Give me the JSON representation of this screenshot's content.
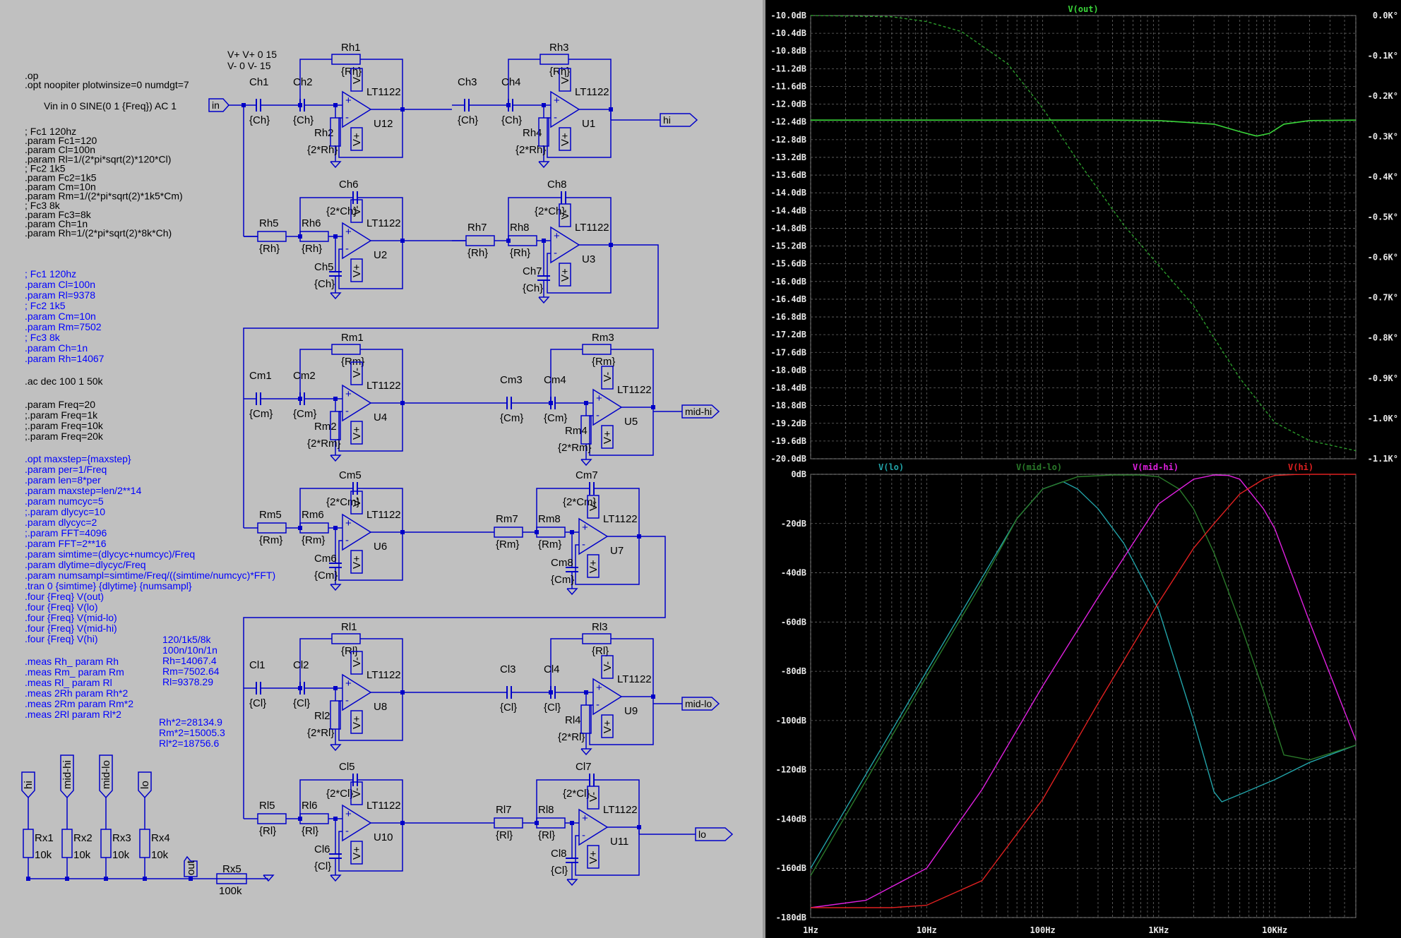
{
  "schematic": {
    "directives": [
      ".op",
      ".opt noopiter plotwinsize=0 numdgt=7"
    ],
    "supply": [
      "V+ V+ 0 15",
      "V- 0 V- 15"
    ],
    "vin": "Vin in 0 SINE(0 1 {Freq}) AC 1",
    "params_black": [
      "; Fc1 120hz",
      ".param Fc1=120",
      ".param Cl=100n",
      ".param Rl=1/(2*pi*sqrt(2)*120*Cl)",
      "; Fc2 1k5",
      ".param Fc2=1k5",
      ".param Cm=10n",
      ".param Rm=1/(2*pi*sqrt(2)*1k5*Cm)",
      "; Fc3 8k",
      ".param Fc3=8k",
      ".param Ch=1n",
      ".param Rh=1/(2*pi*sqrt(2)*8k*Ch)"
    ],
    "params_blue": [
      "; Fc1 120hz",
      ".param Cl=100n",
      ".param Rl=9378",
      "; Fc2 1k5",
      ".param Cm=10n",
      ".param Rm=7502",
      "; Fc3 8k",
      ".param Ch=1n",
      ".param Rh=14067"
    ],
    "ac_directive": ".ac dec 100 1 50k",
    "freq_block": [
      ".param Freq=20",
      ";.param Freq=1k",
      ";.param Freq=10k",
      ";.param Freq=20k"
    ],
    "tran_block": [
      ".opt maxstep={maxstep}",
      ".param per=1/Freq",
      ".param len=8*per",
      ".param maxstep=len/2**14",
      ".param numcyc=5",
      ";.param dlycyc=10",
      ".param dlycyc=2",
      ";.param FFT=4096",
      ".param FFT=2**16",
      ".param simtime=(dlycyc+numcyc)/Freq",
      ".param dlytime=dlycyc/Freq",
      ".param numsampl=simtime/Freq/((simtime/numcyc)*FFT)",
      ".tran 0 {simtime} {dlytime} {numsampl}",
      ".four {Freq} V(out)",
      ".four {Freq} V(lo)",
      ".four {Freq} V(mid-lo)",
      ".four {Freq} V(mid-hi)",
      ".four {Freq} V(hi)"
    ],
    "meas_block": [
      ".meas Rh_ param Rh",
      ".meas Rm_ param Rm",
      ".meas Rl_ param Rl",
      ".meas 2Rh param Rh*2",
      ".meas 2Rm param Rm*2",
      ".meas 2Rl param Rl*2"
    ],
    "meas_results": [
      "120/1k5/8k",
      "100n/10n/1n",
      "Rh=14067.4",
      "Rm=7502.64",
      "Rl=9378.29"
    ],
    "meas_results2": [
      "Rh*2=28134.9",
      "Rm*2=15005.3",
      "Rl*2=18756.6"
    ],
    "opamp_model": "LT1122",
    "ports": {
      "in": "in",
      "hi": "hi",
      "mid_hi": "mid-hi",
      "mid_lo": "mid-lo",
      "lo": "lo",
      "out": "out"
    },
    "rows": [
      {
        "caps1": [
          {
            "name": "Ch1",
            "val": "{Ch}"
          },
          {
            "name": "Ch2",
            "val": "{Ch}"
          }
        ],
        "feedback1": {
          "name": "Rh1",
          "val": "{Rh}"
        },
        "shunt1": {
          "name": "Rh2",
          "val": "{2*Rh}"
        },
        "amp1": "U12",
        "caps2": [
          {
            "name": "Ch3",
            "val": "{Ch}"
          },
          {
            "name": "Ch4",
            "val": "{Ch}"
          }
        ],
        "feedback2": {
          "name": "Rh3",
          "val": "{Rh}"
        },
        "shunt2": {
          "name": "Rh4",
          "val": "{2*Rh}"
        },
        "amp2": "U1",
        "out": "hi"
      },
      {
        "res1": [
          {
            "name": "Rh5",
            "val": "{Rh}"
          },
          {
            "name": "Rh6",
            "val": "{Rh}"
          }
        ],
        "fbcap1": {
          "name": "Ch6",
          "val": "{2*Ch}"
        },
        "gnd1": {
          "name": "Ch5",
          "val": "{Ch}"
        },
        "amp1": "U2",
        "res2": [
          {
            "name": "Rh7",
            "val": "{Rh}"
          },
          {
            "name": "Rh8",
            "val": "{Rh}"
          }
        ],
        "fbcap2": {
          "name": "Ch8",
          "val": "{2*Ch}"
        },
        "gnd2": {
          "name": "Ch7",
          "val": "{Ch}"
        },
        "amp2": "U3"
      },
      {
        "caps1": [
          {
            "name": "Cm1",
            "val": "{Cm}"
          },
          {
            "name": "Cm2",
            "val": "{Cm}"
          }
        ],
        "feedback1": {
          "name": "Rm1",
          "val": "{Rm}"
        },
        "shunt1": {
          "name": "Rm2",
          "val": "{2*Rm}"
        },
        "amp1": "U4",
        "caps2": [
          {
            "name": "Cm3",
            "val": "{Cm}"
          },
          {
            "name": "Cm4",
            "val": "{Cm}"
          }
        ],
        "feedback2": {
          "name": "Rm3",
          "val": "{Rm}"
        },
        "shunt2": {
          "name": "Rm4",
          "val": "{2*Rm}"
        },
        "amp2": "U5",
        "out": "mid-hi"
      },
      {
        "res1": [
          {
            "name": "Rm5",
            "val": "{Rm}"
          },
          {
            "name": "Rm6",
            "val": "{Rm}"
          }
        ],
        "fbcap1": {
          "name": "Cm5",
          "val": "{2*Cm}"
        },
        "gnd1": {
          "name": "Cm6",
          "val": "{Cm}"
        },
        "amp1": "U6",
        "res2": [
          {
            "name": "Rm7",
            "val": "{Rm}"
          },
          {
            "name": "Rm8",
            "val": "{Rm}"
          }
        ],
        "fbcap2": {
          "name": "Cm7",
          "val": "{2*Cm}"
        },
        "gnd2": {
          "name": "Cm8",
          "val": "{Cm}"
        },
        "amp2": "U7"
      },
      {
        "caps1": [
          {
            "name": "Cl1",
            "val": "{Cl}"
          },
          {
            "name": "Cl2",
            "val": "{Cl}"
          }
        ],
        "feedback1": {
          "name": "Rl1",
          "val": "{Rl}"
        },
        "shunt1": {
          "name": "Rl2",
          "val": "{2*Rl}"
        },
        "amp1": "U8",
        "caps2": [
          {
            "name": "Cl3",
            "val": "{Cl}"
          },
          {
            "name": "Cl4",
            "val": "{Cl}"
          }
        ],
        "feedback2": {
          "name": "Rl3",
          "val": "{Rl}"
        },
        "shunt2": {
          "name": "Rl4",
          "val": "{2*Rl}"
        },
        "amp2": "U9",
        "out": "mid-lo"
      },
      {
        "res1": [
          {
            "name": "Rl5",
            "val": "{Rl}"
          },
          {
            "name": "Rl6",
            "val": "{Rl}"
          }
        ],
        "fbcap1": {
          "name": "Cl5",
          "val": "{2*Cl}"
        },
        "gnd1": {
          "name": "Cl6",
          "val": "{Cl}"
        },
        "amp1": "U10",
        "res2": [
          {
            "name": "Rl7",
            "val": "{Rl}"
          },
          {
            "name": "Rl8",
            "val": "{Rl}"
          }
        ],
        "fbcap2": {
          "name": "Cl7",
          "val": "{2*Cl}"
        },
        "gnd2": {
          "name": "Cl8",
          "val": "{Cl}"
        },
        "amp2": "U11",
        "out": "lo"
      }
    ],
    "summer": {
      "inputs": [
        {
          "label": "hi",
          "res": "Rx1",
          "val": "10k"
        },
        {
          "label": "mid-hi",
          "res": "Rx2",
          "val": "10k"
        },
        {
          "label": "mid-lo",
          "res": "Rx3",
          "val": "10k"
        },
        {
          "label": "lo",
          "res": "Rx4",
          "val": "10k"
        }
      ],
      "out_label": "out",
      "load": {
        "res": "Rx5",
        "val": "100k"
      }
    }
  },
  "colors": {
    "wire": "#0000c8",
    "text_black": "#000000",
    "text_blue": "#0000ff",
    "trace_out_mag": "#3ad63a",
    "trace_out_phase": "#2a9a2a",
    "trace_lo": "#22a3a8",
    "trace_midlo": "#2a7a2a",
    "trace_midhi": "#e020e0",
    "trace_hi": "#e02020",
    "grid": "#6a6a6a"
  },
  "waveform": {
    "top_pane": {
      "trace_label": "V(out)",
      "left_ticks": [
        "-10.0dB",
        "-10.4dB",
        "-10.8dB",
        "-11.2dB",
        "-11.6dB",
        "-12.0dB",
        "-12.4dB",
        "-12.8dB",
        "-13.2dB",
        "-13.6dB",
        "-14.0dB",
        "-14.4dB",
        "-14.8dB",
        "-15.2dB",
        "-15.6dB",
        "-16.0dB",
        "-16.4dB",
        "-16.8dB",
        "-17.2dB",
        "-17.6dB",
        "-18.0dB",
        "-18.4dB",
        "-18.8dB",
        "-19.2dB",
        "-19.6dB",
        "-20.0dB"
      ],
      "right_ticks": [
        "0.0K°",
        "-0.1K°",
        "-0.2K°",
        "-0.3K°",
        "-0.4K°",
        "-0.5K°",
        "-0.6K°",
        "-0.7K°",
        "-0.8K°",
        "-0.9K°",
        "-1.0K°",
        "-1.1K°"
      ],
      "ylim_db": [
        -20.0,
        -10.0
      ],
      "ylim_phase_deg": [
        -1100,
        0
      ],
      "magnitude_db": {
        "x_hz": [
          1,
          10,
          100,
          400,
          1000,
          3000,
          5000,
          7000,
          9000,
          12000,
          20000,
          50000
        ],
        "y": [
          -12.36,
          -12.36,
          -12.36,
          -12.36,
          -12.37,
          -12.45,
          -12.62,
          -12.72,
          -12.66,
          -12.45,
          -12.37,
          -12.36
        ]
      },
      "phase_deg": {
        "x_hz": [
          1,
          5,
          10,
          20,
          50,
          100,
          200,
          500,
          1000,
          2000,
          5000,
          10000,
          20000,
          50000
        ],
        "y": [
          0,
          -3,
          -15,
          -40,
          -120,
          -230,
          -360,
          -520,
          -620,
          -720,
          -900,
          -1010,
          -1055,
          -1080
        ]
      }
    },
    "bottom_pane": {
      "trace_labels": [
        "V(lo)",
        "V(mid-lo)",
        "V(mid-hi)",
        "V(hi)"
      ],
      "left_ticks": [
        "0dB",
        "-20dB",
        "-40dB",
        "-60dB",
        "-80dB",
        "-100dB",
        "-120dB",
        "-140dB",
        "-160dB",
        "-180dB"
      ],
      "ylim_db": [
        -180,
        0
      ],
      "series": [
        {
          "key": "lo",
          "x_hz": [
            1,
            10,
            30,
            60,
            100,
            150,
            200,
            300,
            500,
            1000,
            2000,
            3000,
            3500,
            5000,
            10000,
            20000,
            50000
          ],
          "y": [
            -160,
            -80,
            -42,
            -18,
            -6,
            -3,
            -6,
            -14,
            -28,
            -55,
            -100,
            -129,
            -133,
            -130,
            -124,
            -117,
            -110
          ]
        },
        {
          "key": "midlo",
          "x_hz": [
            1,
            10,
            30,
            60,
            100,
            200,
            400,
            700,
            1000,
            1500,
            2000,
            3000,
            5000,
            8000,
            12000,
            20000,
            50000
          ],
          "y": [
            -163,
            -82,
            -44,
            -18,
            -6,
            -1,
            -0.3,
            -0.3,
            -1,
            -6,
            -14,
            -32,
            -60,
            -88,
            -114,
            -116,
            -110
          ]
        },
        {
          "key": "midhi",
          "x_hz": [
            1,
            3,
            10,
            30,
            100,
            300,
            1000,
            2000,
            3000,
            4000,
            5000,
            8000,
            10000,
            20000,
            50000
          ],
          "y": [
            -176,
            -173,
            -160,
            -128,
            -86,
            -50,
            -12,
            -2,
            -0.3,
            -0.5,
            -2,
            -14,
            -22,
            -60,
            -108
          ]
        },
        {
          "key": "hi",
          "x_hz": [
            1,
            5,
            10,
            30,
            100,
            300,
            1000,
            2000,
            3000,
            5000,
            8000,
            10000,
            15000,
            20000,
            50000
          ],
          "y": [
            -176,
            -176,
            -175,
            -165,
            -132,
            -93,
            -52,
            -30,
            -20,
            -8,
            -2,
            -0.5,
            -0.1,
            0,
            0
          ]
        }
      ]
    },
    "x_ticks": [
      "1Hz",
      "10Hz",
      "100Hz",
      "1KHz",
      "10KHz"
    ],
    "xlim_hz": [
      1,
      50000
    ]
  }
}
